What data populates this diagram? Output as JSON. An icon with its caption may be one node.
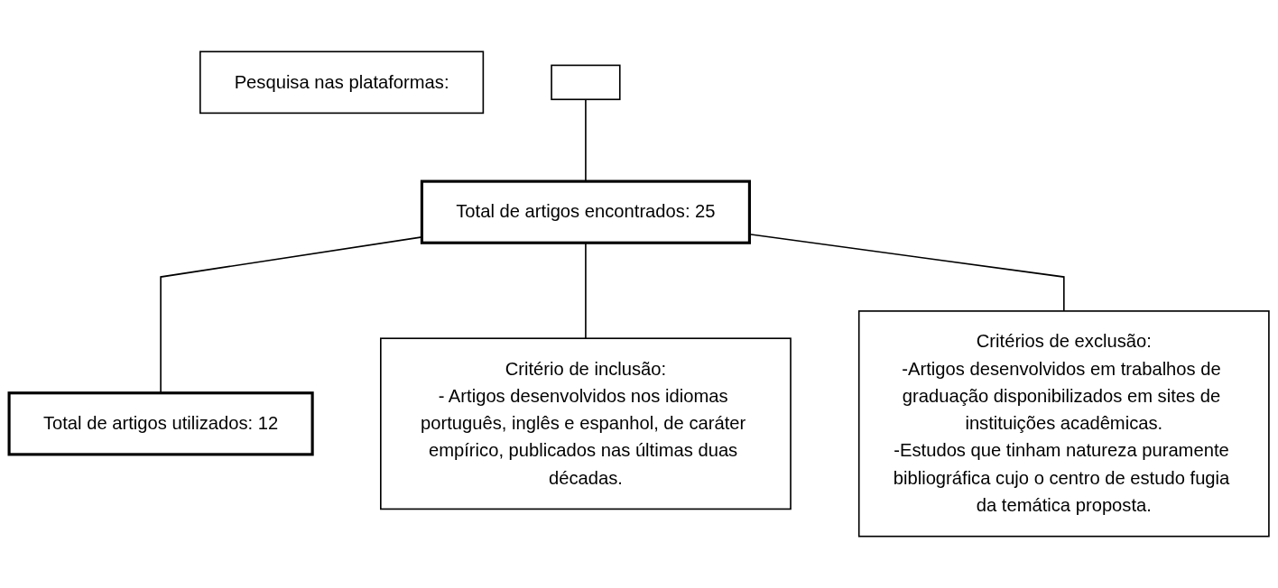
{
  "diagram": {
    "nodes": [
      {
        "text": [
          "Pesquisa nas plataformas:"
        ]
      },
      {
        "text": [],
        "shape": "box"
      },
      {
        "text": [
          "Total de artigos encontrados: 25"
        ]
      },
      {
        "text": [
          "Total de artigos utilizados: 12"
        ]
      },
      {
        "text": [
          "Critério de inclusão:",
          "- Artigos desenvolvidos nos idiomas português, inglês e espanhol, de caráter empírico, publicados nas últimas duas décadas."
        ]
      },
      {
        "text": [
          "Critérios de exclusão:",
          "-Artigos desenvolvidos em trabalhos de graduação disponibilizados em sites de instituições acadêmicas.",
          "-Estudos que tinham natureza puramente bibliográfica cujo o centro de estudo fugia da temática proposta."
        ]
      }
    ],
    "edges": [
      {
        "from": 1,
        "to": 2,
        "arrow": "none"
      },
      {
        "from": 2,
        "to": 3,
        "arrow": "none"
      },
      {
        "from": 2,
        "to": 4,
        "arrow": "none"
      },
      {
        "from": 2,
        "to": 5,
        "arrow": "none"
      }
    ]
  }
}
